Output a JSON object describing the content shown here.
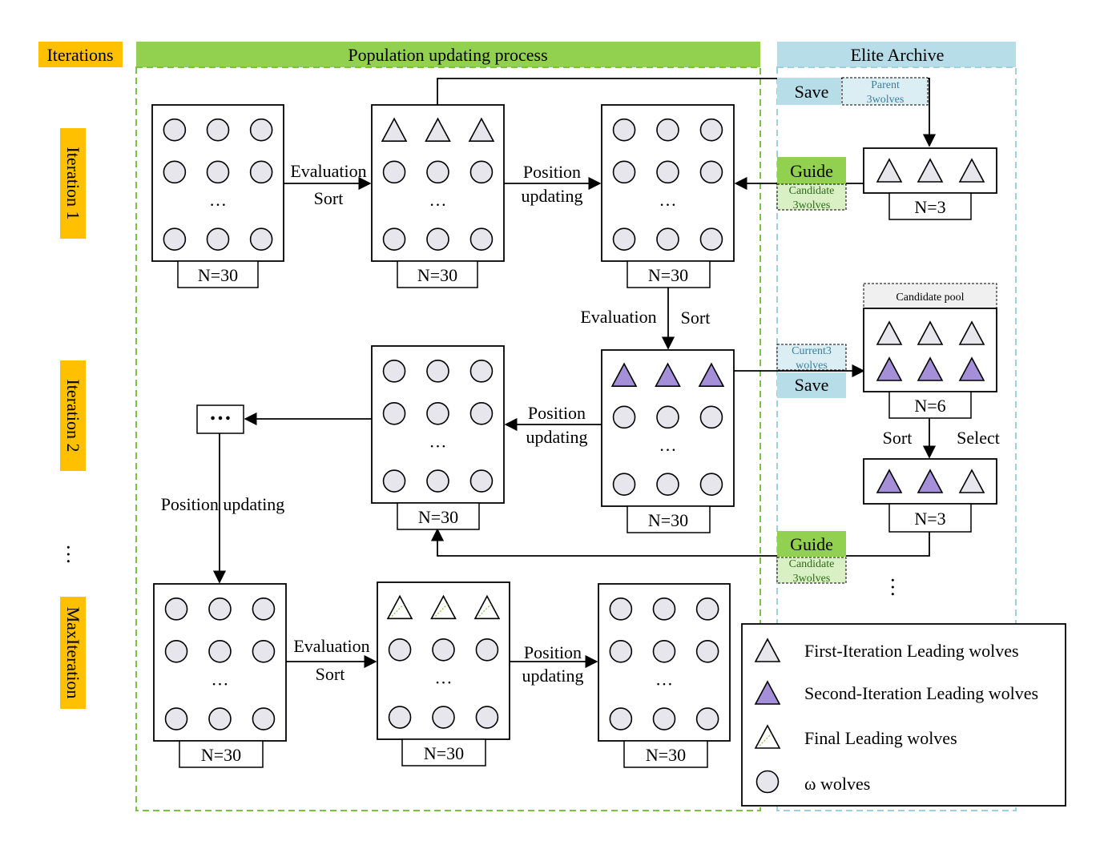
{
  "columns": {
    "iterations": "Iterations",
    "population": "Population updating process",
    "elite": "Elite Archive"
  },
  "rows": {
    "iter1": "Iteration 1",
    "iter2": "Iteration 2",
    "ellipsis": "…",
    "max": "MaxIteration"
  },
  "sizes": {
    "n30": "N=30",
    "n3": "N=3",
    "n6": "N=6"
  },
  "arrows": {
    "evaluation": "Evaluation",
    "sort": "Sort",
    "position": "Position",
    "updating": "updating",
    "position_updating": "Position updating",
    "select": "Select",
    "dots": "…"
  },
  "archive": {
    "save": "Save",
    "guide": "Guide",
    "parent_line1": "Parent",
    "parent_line2": "3wolves",
    "candidate_line1": "Candidate",
    "candidate_line2": "3wolves",
    "current_line1": "Current3",
    "current_line2": "wolves",
    "candidate_pool": "Candidate pool"
  },
  "legend": {
    "first": "First-Iteration Leading wolves",
    "second": "Second-Iteration Leading wolves",
    "final": "Final Leading wolves",
    "omega": "ω  wolves"
  },
  "colors": {
    "green_band": "#92d050",
    "blue_band": "#b7dde8",
    "orange": "#ffc000",
    "grey_fill": "#e7e6ec",
    "purple_fill": "#a48fd8"
  }
}
